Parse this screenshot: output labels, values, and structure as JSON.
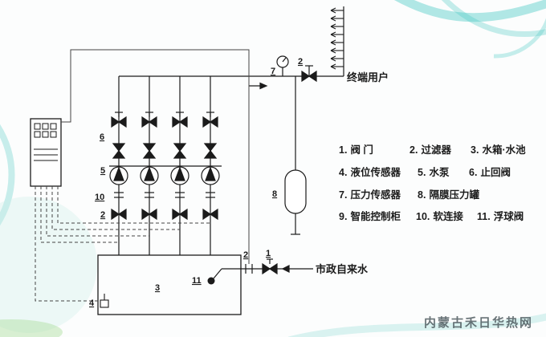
{
  "colors": {
    "line": "#1b1b1b",
    "accent_teal": "#3ec6c0",
    "decor_green": "#aede9e"
  },
  "labels": {
    "terminal_users": "终端用户",
    "municipal_water": "市政自来水"
  },
  "markers": {
    "check_valve": "6",
    "pump": "5",
    "soft_joint": "10",
    "column_filter": "2",
    "pressure_sensor": "7",
    "outlet_filter": "2",
    "pressure_tank": "8",
    "tank": "3",
    "float_valve": "11",
    "level_sensor": "4",
    "inlet_filter": "2",
    "inlet_valve": "1"
  },
  "legend": {
    "items": [
      {
        "num": "1.",
        "label": "阀 门"
      },
      {
        "num": "2.",
        "label": "过滤器"
      },
      {
        "num": "3.",
        "label": "水箱·水池"
      },
      {
        "num": "4.",
        "label": "液位传感器"
      },
      {
        "num": "5.",
        "label": "水泵"
      },
      {
        "num": "6.",
        "label": "止回阀"
      },
      {
        "num": "7.",
        "label": "压力传感器"
      },
      {
        "num": "8.",
        "label": "隔膜压力罐"
      },
      {
        "num": "9.",
        "label": "智能控制柜"
      },
      {
        "num": "10.",
        "label": "软连接"
      },
      {
        "num": "11.",
        "label": "浮球阀"
      }
    ]
  },
  "watermark": {
    "text": "内蒙古禾日华热网"
  }
}
